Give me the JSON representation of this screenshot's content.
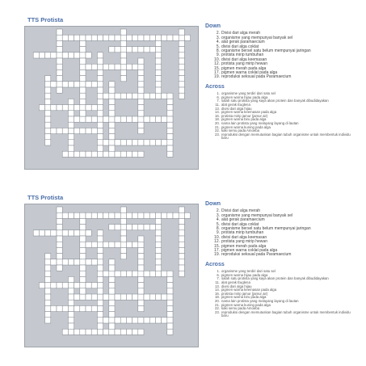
{
  "puzzles": [
    {
      "title": "TTS Protista",
      "down_heading": "Down",
      "across_heading": "Across",
      "down": [
        {
          "n": "2.",
          "t": "Divisi dari alga merah"
        },
        {
          "n": "3.",
          "t": "organisme yang mempunyai banyak sel"
        },
        {
          "n": "4.",
          "t": "alat gerak paramaecium"
        },
        {
          "n": "5.",
          "t": "divisi dari alga coklat"
        },
        {
          "n": "8.",
          "t": "organisme bersel satu belum mempunyai jaringan"
        },
        {
          "n": "9.",
          "t": "protista mirip tumbuhan"
        },
        {
          "n": "10.",
          "t": "divisi dari alga keemasan"
        },
        {
          "n": "12.",
          "t": "protista yang mirip hewan"
        },
        {
          "n": "15.",
          "t": "pigmen merah pada alga"
        },
        {
          "n": "17.",
          "t": "pigmen warna coklat pada alga"
        },
        {
          "n": "19.",
          "t": "reproduksi seksual pada Paramaecium"
        }
      ],
      "across": [
        {
          "n": "1.",
          "t": "organisme yang terdiri dari satu sel"
        },
        {
          "n": "6.",
          "t": "pigmen warna hijau pada alga"
        },
        {
          "n": "7.",
          "t": "salah satu protista yang kaya akan protein dan banyak dibudidayakan"
        },
        {
          "n": "11.",
          "t": "alat gerak Euglena"
        },
        {
          "n": "13.",
          "t": "divisi dari alga hijau"
        },
        {
          "n": "14.",
          "t": "pigmen warna keemasan pada alga"
        },
        {
          "n": "16.",
          "t": "protista mirip jamur (jamur air)"
        },
        {
          "n": "18.",
          "t": "pigmen warna biru pada alga"
        },
        {
          "n": "20.",
          "t": "nama lain protista yang melayang layang di lautan"
        },
        {
          "n": "21.",
          "t": "pigmen warna kuning pada alga"
        },
        {
          "n": "22.",
          "t": "kaki semu pada Amoeba"
        },
        {
          "n": "23.",
          "t": "reproduksi dengan memutuskan bagian tubuh organisme untuk membentuk individu baru"
        }
      ]
    },
    {
      "title": "TTS Protista",
      "down_heading": "Down",
      "across_heading": "Across",
      "down": [
        {
          "n": "2.",
          "t": "Divisi dari alga merah"
        },
        {
          "n": "3.",
          "t": "organisme yang mempunyai banyak sel"
        },
        {
          "n": "4.",
          "t": "alat gerak paramaecium"
        },
        {
          "n": "5.",
          "t": "divisi dari alga coklat"
        },
        {
          "n": "8.",
          "t": "organisme bersel satu belum mempunyai jaringan"
        },
        {
          "n": "9.",
          "t": "protista mirip tumbuhan"
        },
        {
          "n": "10.",
          "t": "divisi dari alga keemasan"
        },
        {
          "n": "12.",
          "t": "protista yang mirip hewan"
        },
        {
          "n": "15.",
          "t": "pigmen merah pada alga"
        },
        {
          "n": "17.",
          "t": "pigmen warna coklat pada alga"
        },
        {
          "n": "19.",
          "t": "reproduksi seksual pada Paramaecium"
        }
      ],
      "across": [
        {
          "n": "1.",
          "t": "organisme yang terdiri dari satu sel"
        },
        {
          "n": "6.",
          "t": "pigmen warna hijau pada alga"
        },
        {
          "n": "7.",
          "t": "salah satu protista yang kaya akan protein dan banyak dibudidayakan"
        },
        {
          "n": "11.",
          "t": "alat gerak Euglena"
        },
        {
          "n": "13.",
          "t": "divisi dari alga hijau"
        },
        {
          "n": "14.",
          "t": "pigmen warna keemasan pada alga"
        },
        {
          "n": "16.",
          "t": "protista mirip jamur (jamur air)"
        },
        {
          "n": "18.",
          "t": "pigmen warna biru pada alga"
        },
        {
          "n": "20.",
          "t": "nama lain protista yang melayang layang di lautan"
        },
        {
          "n": "21.",
          "t": "pigmen warna kuning pada alga"
        },
        {
          "n": "22.",
          "t": "kaki semu pada Amoeba"
        },
        {
          "n": "23.",
          "t": "reproduksi dengan memutuskan bagian tubuh organisme untuk membentuk individu baru"
        }
      ]
    }
  ]
}
